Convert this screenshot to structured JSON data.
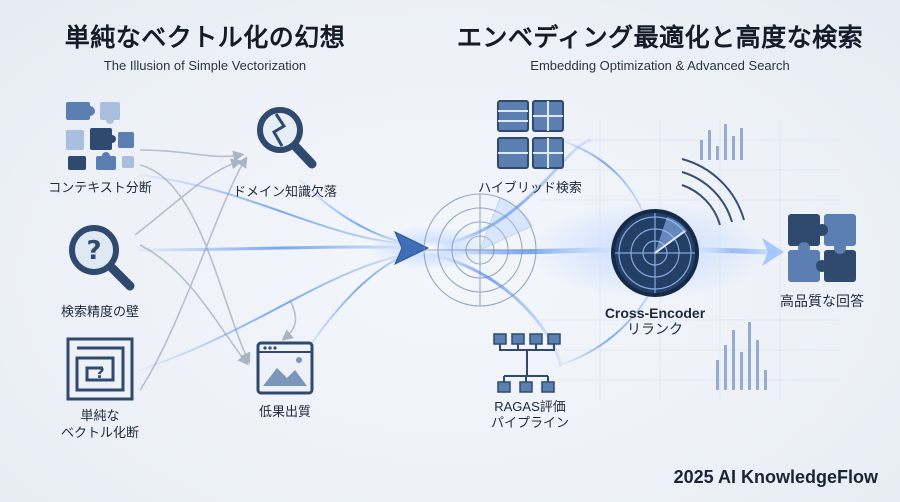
{
  "left_panel": {
    "title": "単純なベクトル化の幻想",
    "subtitle": "The Illusion of Simple Vectorization",
    "items": [
      {
        "label": "コンテキスト分断",
        "icon": "puzzle-pieces-icon"
      },
      {
        "label": "検索精度の壁",
        "icon": "question-magnifier-icon"
      },
      {
        "label_line1": "単純な",
        "label_line2": "ベクトル化断",
        "icon": "maze-icon"
      },
      {
        "label": "ドメイン知識欠落",
        "icon": "broken-magnifier-icon"
      },
      {
        "label": "低果出質",
        "icon": "image-window-icon"
      }
    ]
  },
  "right_panel": {
    "title": "エンベディング最適化と高度な検索",
    "subtitle": "Embedding Optimization & Advanced Search",
    "items": [
      {
        "label": "ハイブリッド検索",
        "icon": "hybrid-grid-icon"
      },
      {
        "label_line1": "RAGAS評価",
        "label_line2": "パイプライン",
        "icon": "pipeline-tree-icon"
      },
      {
        "label_line1": "Cross-Encoder",
        "label_line2": "リランク",
        "icon": "radar-icon"
      },
      {
        "label": "高品質な回答",
        "icon": "puzzle-complete-icon"
      }
    ]
  },
  "footer": "2025 AI KnowledgeFlow",
  "colors": {
    "accent": "#3f7bd6",
    "glow": "#9fc3ff",
    "icon_dark": "#2f4a6e",
    "icon_mid": "#5b7fb0",
    "icon_light": "#a9bfdd"
  }
}
